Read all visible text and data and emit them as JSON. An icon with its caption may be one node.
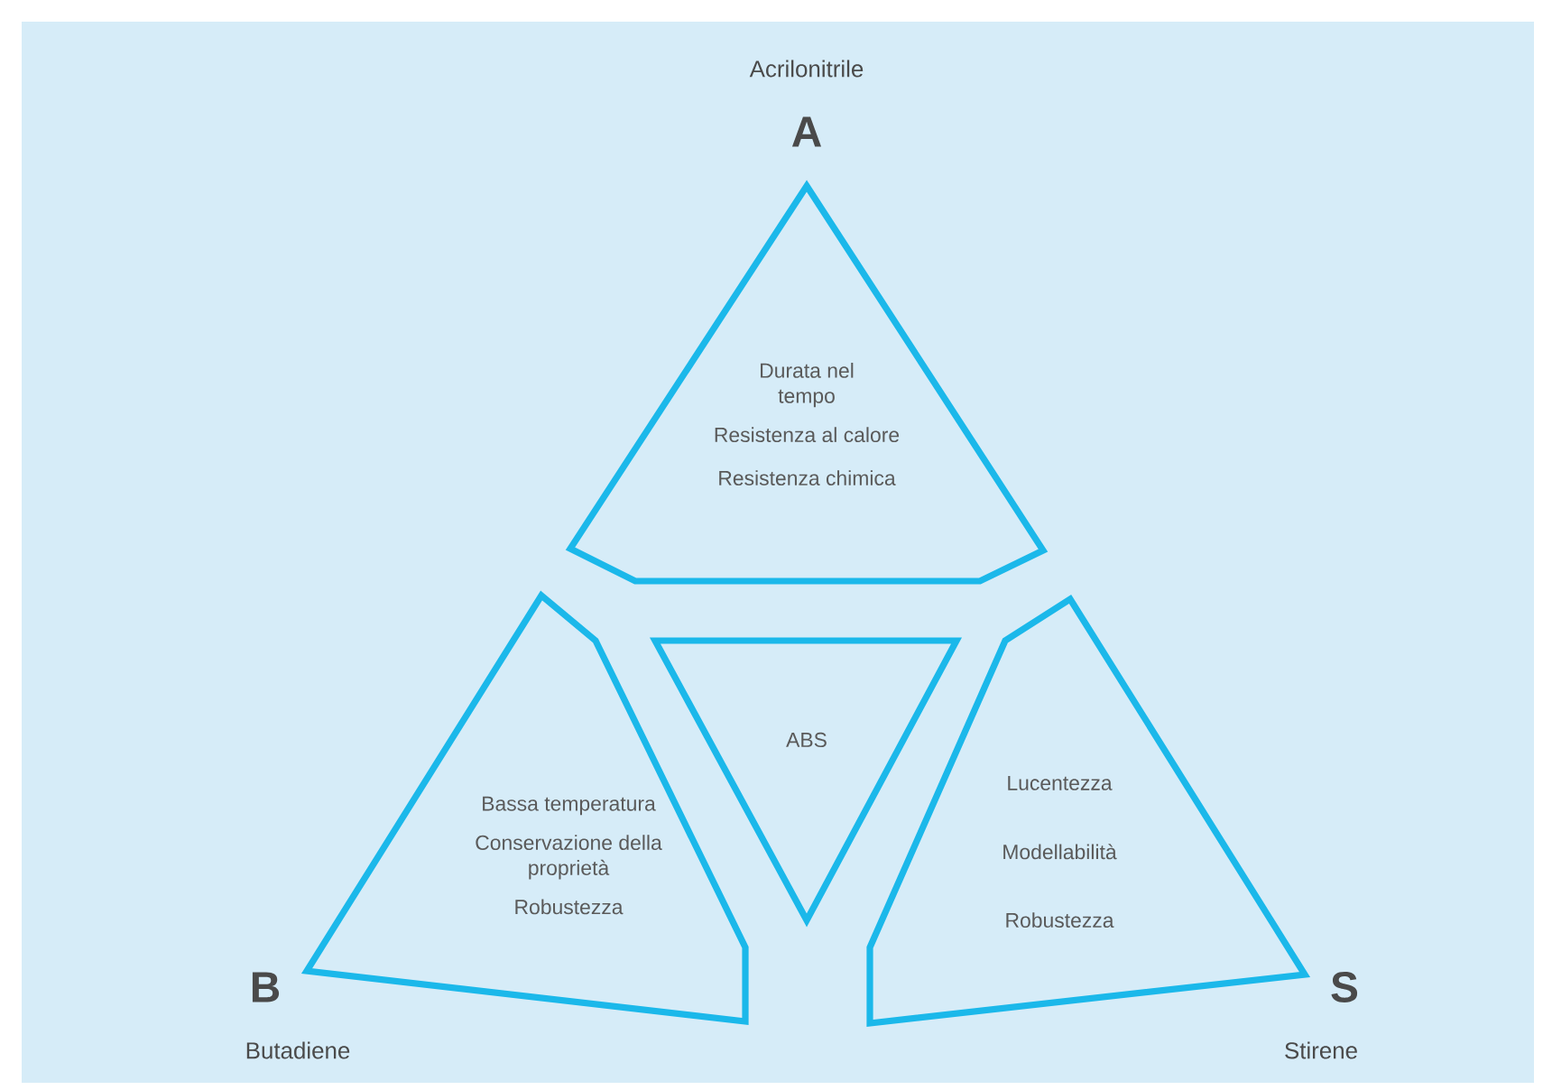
{
  "diagram": {
    "nodes": [
      {
        "text": [
          "Durata nel tempo",
          "Resistenza al calore",
          "Resistenza chimica"
        ],
        "beside": [
          "Acrilonitrile",
          "A"
        ]
      },
      {
        "text": [
          "Bassa temperatura",
          "Conservazione della proprietà",
          "Robustezza"
        ],
        "beside": [
          "B",
          "Butadiene"
        ]
      },
      {
        "text": [
          "ABS"
        ]
      },
      {
        "text": [
          "Lucentezza",
          "Modellabilità",
          "Robustezza"
        ],
        "beside": [
          "S",
          "Stirene"
        ]
      }
    ]
  }
}
